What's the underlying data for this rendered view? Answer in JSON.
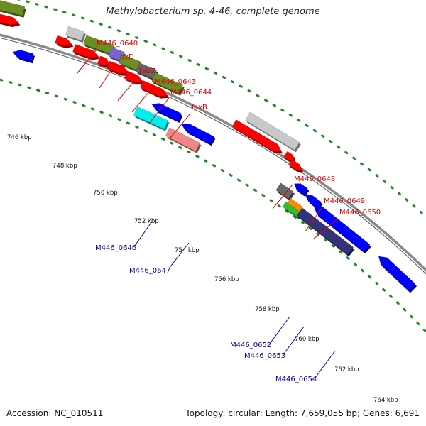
{
  "title": "Methylobacterium sp. 4-46, complete genome",
  "footer": {
    "accession": "Accession: NC_010511",
    "summary": "Topology: circular; Length: 7,659,055 bp; Genes: 6,691"
  },
  "ticks": [
    "746 kbp",
    "748 kbp",
    "750 kbp",
    "752 kbp",
    "754 kbp",
    "756 kbp",
    "758 kbp",
    "760 kbp",
    "762 kbp",
    "764 kbp"
  ],
  "gene_labels": {
    "forward": [
      "M446_0640",
      "lpxD",
      "fabZ",
      "M446_0643",
      "M446_0644",
      "lpxB",
      "M446_0648",
      "M446_0649",
      "M446_0650"
    ],
    "reverse": [
      "M446_0646",
      "M446_0647",
      "M446_0652",
      "M446_0653",
      "M446_0654"
    ]
  },
  "colors": {
    "forward_label": "#dd0000",
    "reverse_label": "#0000aa",
    "backbone": "#888888",
    "gc_dots": "#1a8a1a",
    "cds_forward": "#ff0000",
    "cds_reverse": "#0000ff",
    "olive": "#6b8e23",
    "light_gray": "#c8c8c8",
    "dark_gray": "#666666",
    "slate": "#7766cc",
    "cyan": "#00eeee",
    "pink": "#f08888",
    "orange": "#ff8800",
    "green": "#33bb33",
    "navy": "#333377"
  }
}
